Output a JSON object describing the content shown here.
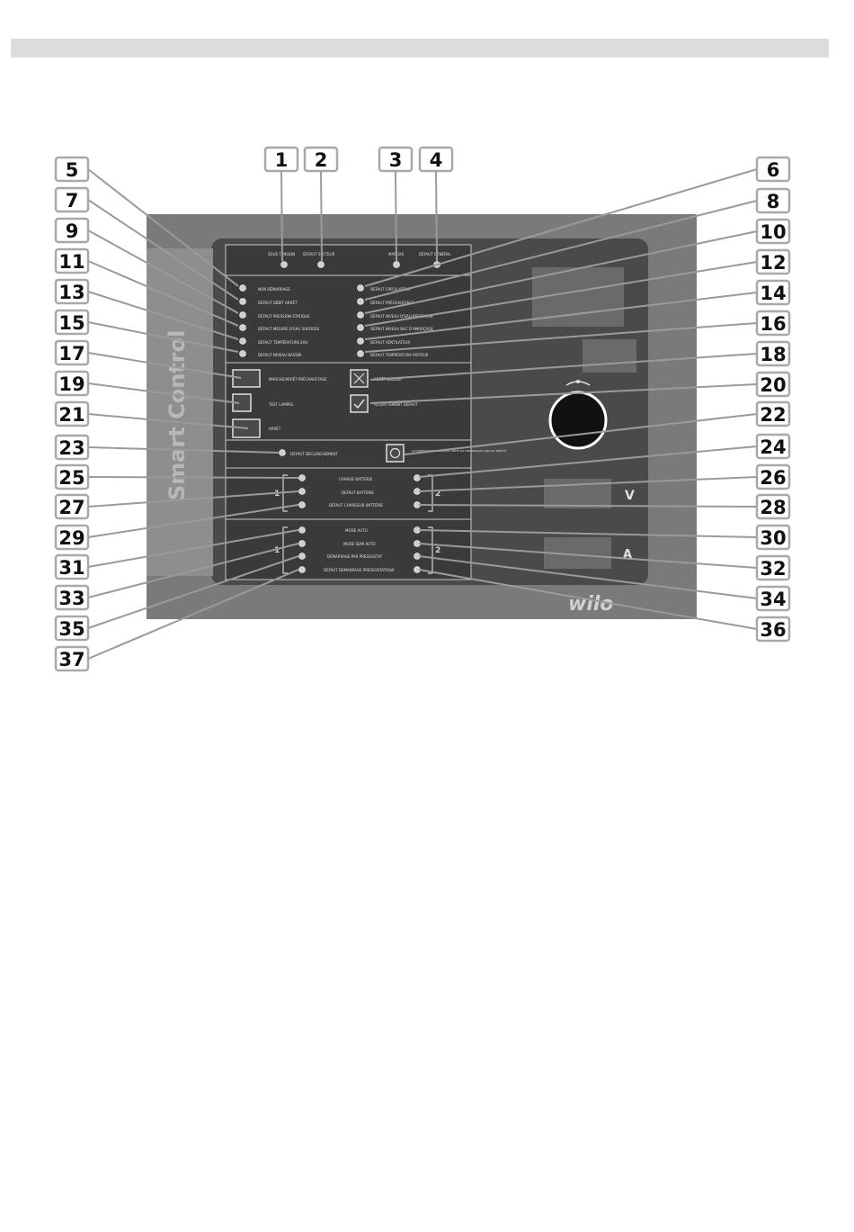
{
  "brand": "wilo",
  "device_name": "Smart Control",
  "top_leds": [
    "SOUS TENSION",
    "DÉFAUT SECTEUR",
    "MARCHE",
    "DÉFAUT GÉNÉRAL"
  ],
  "fault_leds_left": [
    "NON DÉMARRAGE",
    "DÉFAUT DÉBIT ARRÊT",
    "DÉFAUT PRESSION STATIQUE",
    "DÉFAUT MESURE D'EAU SURDOSE",
    "DÉFAUT TEMPÉRATURE EAU",
    "DÉFAUT NIVEAU BASSIN"
  ],
  "fault_leds_right": [
    "DÉFAUT CIRCULATEUR",
    "DÉFAUT PRÉCHAUFFAGE",
    "DÉFAUT NIVEAU D'EAU RÉSERVOIR",
    "DÉFAUT NIVEAU BAC D'AMORÇAGE",
    "DÉFAUT VENTILATEUR",
    "DÉFAUT TEMPÉRATURE MOTEUR"
  ],
  "buttons_left": [
    "MARCHE/ARRÊT PRÉCHAUFFAGE",
    "TEST LAMPES",
    "ARRÊT"
  ],
  "buttons_right": [
    "ARRÊT BUZZER",
    "ACQUITTEMENT DÉFAUT"
  ],
  "led_22": "DÉFAUT DÉCLENCHEMENT",
  "timer_text": "ACTIVATION ELECTRONIQUE LIMITE DU DÉMARRAGE LORS DU DÉFAUT",
  "battery_leds": [
    "CHARGE BATTERIE",
    "DEFAUT BATTERIE",
    "DÉFAUT CHARGEUR BATTERIE"
  ],
  "mode_leds": [
    "MODE AUTO",
    "MODE SEMI AUTO",
    "DÉMARRAGE PAR PRESSOSTAT",
    "DÉFAUT DEMARRAGE PRESSOSTATIQUE"
  ],
  "group_labels": [
    "1",
    "2"
  ],
  "meter_units": [
    "V",
    "A"
  ],
  "callouts": [
    "1",
    "2",
    "3",
    "4",
    "5",
    "6",
    "7",
    "8",
    "9",
    "10",
    "11",
    "12",
    "13",
    "14",
    "15",
    "16",
    "17",
    "18",
    "19",
    "20",
    "21",
    "22",
    "23",
    "24",
    "25",
    "26",
    "27",
    "28",
    "29",
    "30",
    "31",
    "32",
    "33",
    "34",
    "35",
    "36",
    "37"
  ]
}
